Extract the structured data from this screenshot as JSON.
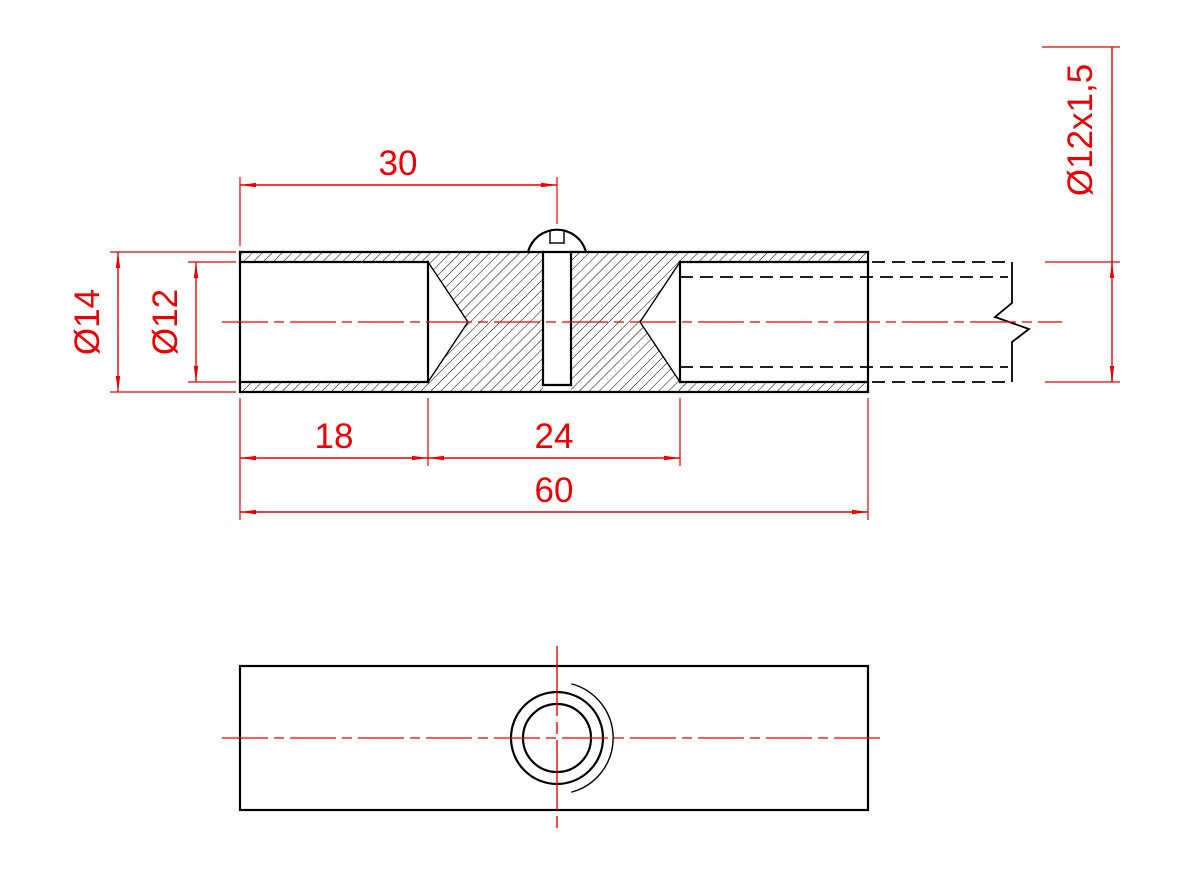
{
  "drawing": {
    "colors": {
      "dimension": "#ee0000",
      "geometry": "#000000",
      "background": "#ffffff"
    },
    "dimensions": {
      "length_30": "30",
      "length_18": "18",
      "length_24": "24",
      "length_60": "60",
      "dia_14": "Ø14",
      "dia_12": "Ø12",
      "tube_spec": "Ø12x1,5"
    }
  }
}
